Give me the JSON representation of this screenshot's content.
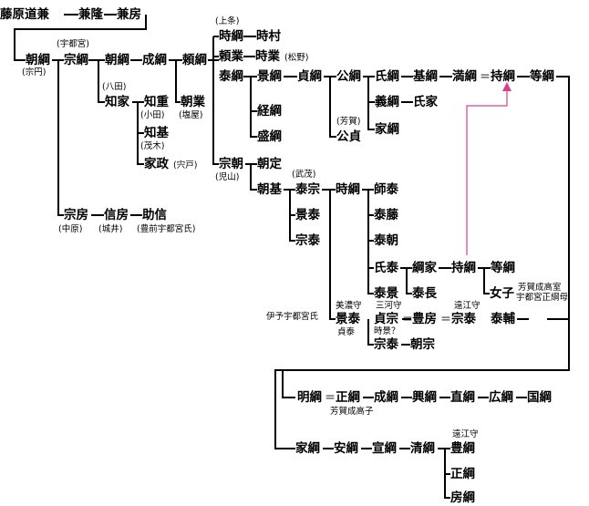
{
  "nodes": {
    "fujiwara_michikane": "藤原道兼",
    "kanetaka": "兼隆",
    "kanebo": "兼房",
    "tomotsuna": "朝綱",
    "tomotsuna_note": "(宗円)",
    "munetsuna": "宗綱",
    "munetsuna_note": "(宇都宮)",
    "tomotsuna2": "朝綱",
    "narutsuna": "成綱",
    "yoritsuna": "頼綱",
    "tokitsuna_note": "(上条)",
    "tokitsuna": "時綱",
    "tokimura": "時村",
    "yorinari": "頼業",
    "tokinari": "時業",
    "tokinari_note": "(松野)",
    "tomonari": "朝業",
    "tomonari_note": "(塩屋)",
    "hatta_note": "(八田)",
    "tomoie": "知家",
    "tomoshige": "知重",
    "tomoshige_note": "(小田)",
    "tomomoto": "知基",
    "tomomoto_note": "(茂木)",
    "iemasa": "家政",
    "iemasa_note": "(宍戸)",
    "yasutsuna": "泰綱",
    "kagetsuna": "景綱",
    "sadatsuna": "貞綱",
    "kintsuna": "公綱",
    "ujitsuna": "氏綱",
    "mototsuna": "基綱",
    "mitsutsuna": "満綱",
    "mochitsuna": "持綱",
    "hitotsuna": "等綱",
    "yoshitsuna": "義綱",
    "ujiie": "氏家",
    "haga_note": "(芳賀)",
    "kinsada": "公貞",
    "ietsuna": "家綱",
    "tsunetsuna": "経綱",
    "moritsuna": "盛綱",
    "munetomo": "宗朝",
    "munetomo_note": "(児山)",
    "tomosada": "朝定",
    "tomomoto2": "朝基",
    "takeshige_note": "(武茂)",
    "yasumune": "泰宗",
    "tokitsuna2": "時綱",
    "morohiro": "師泰",
    "yasufuji": "泰藤",
    "yasutomo": "泰朝",
    "kageyasu": "景泰",
    "muneyasu": "宗泰",
    "ujiyasu": "氏泰",
    "hiroie": "綱家",
    "mochitsuna2": "持綱",
    "hitotsuna2": "等綱",
    "yasukage": "泰景",
    "yasunaga": "泰長",
    "joshi": "女子",
    "joshi_note1": "芳賀成高室",
    "joshi_note2": "宇都宮正綱母",
    "iyo_note": "伊予宇都宮氏",
    "mino_note": "美濃守",
    "kageyasu2": "景泰",
    "sadayasu_note": "貞泰",
    "mikawa_note": "三河守",
    "sadamune": "貞宗",
    "tokikage_note": "時景？",
    "tomofusa": "豊房",
    "totomi_note1": "遠江守",
    "muneyasu2": "宗泰",
    "yasusuke": "泰輔",
    "muneyasu3": "宗泰",
    "tomomune": "朝宗",
    "akitsuna": "明綱",
    "masatsuna": "正綱",
    "masatsuna_note": "芳賀成高子",
    "narutsuna2": "成綱",
    "okitsuna": "興綱",
    "naotsuna": "直綱",
    "hirotsuna": "広綱",
    "kunitsuna": "国綱",
    "munefusa": "宗房",
    "nobufusa": "信房",
    "suketsune": "助信",
    "nakahara_note": "(中原)",
    "shiroi_note": "(城井)",
    "buzen_note": "(豊前宇都宮氏)",
    "ietsuna2": "家綱",
    "yasutsuna2": "安綱",
    "nobutsuna": "宣綱",
    "kiyotsuna": "清綱",
    "totomi_note2": "遠江守",
    "tomotsuna3": "豊綱",
    "masatsuna2": "正綱",
    "fusatsuna": "房綱"
  },
  "adoption_mark": "＝",
  "colors": {
    "line": "#000000",
    "adoption_arrow": "#d6408f"
  }
}
